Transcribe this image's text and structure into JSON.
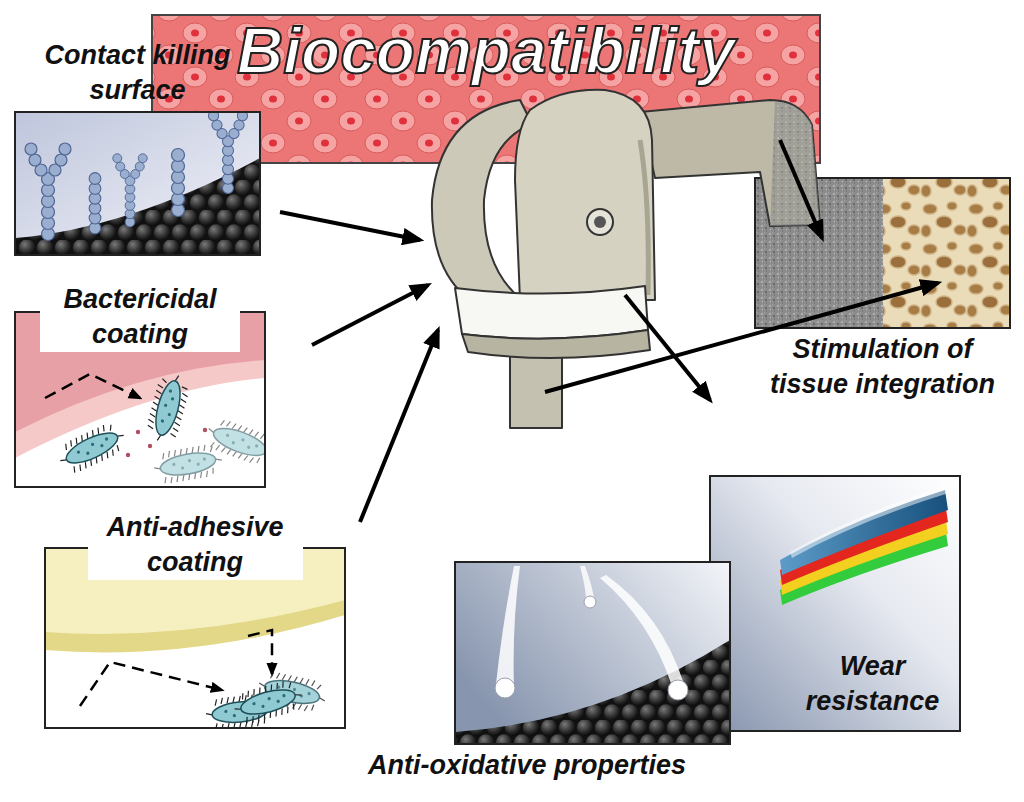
{
  "diagram": {
    "nodes": [
      {
        "text": [
          "Biocompatibility"
        ]
      },
      {
        "text": [
          "Contact killing surface"
        ]
      },
      {
        "text": [
          "Bactericidal coating"
        ]
      },
      {
        "text": [
          "Anti-adhesive coating"
        ]
      },
      {
        "text": [
          "Stimulation of tissue integration"
        ]
      },
      {
        "text": [
          "Wear resistance"
        ]
      },
      {
        "text": [
          "Anti-oxidative properties"
        ]
      }
    ]
  }
}
